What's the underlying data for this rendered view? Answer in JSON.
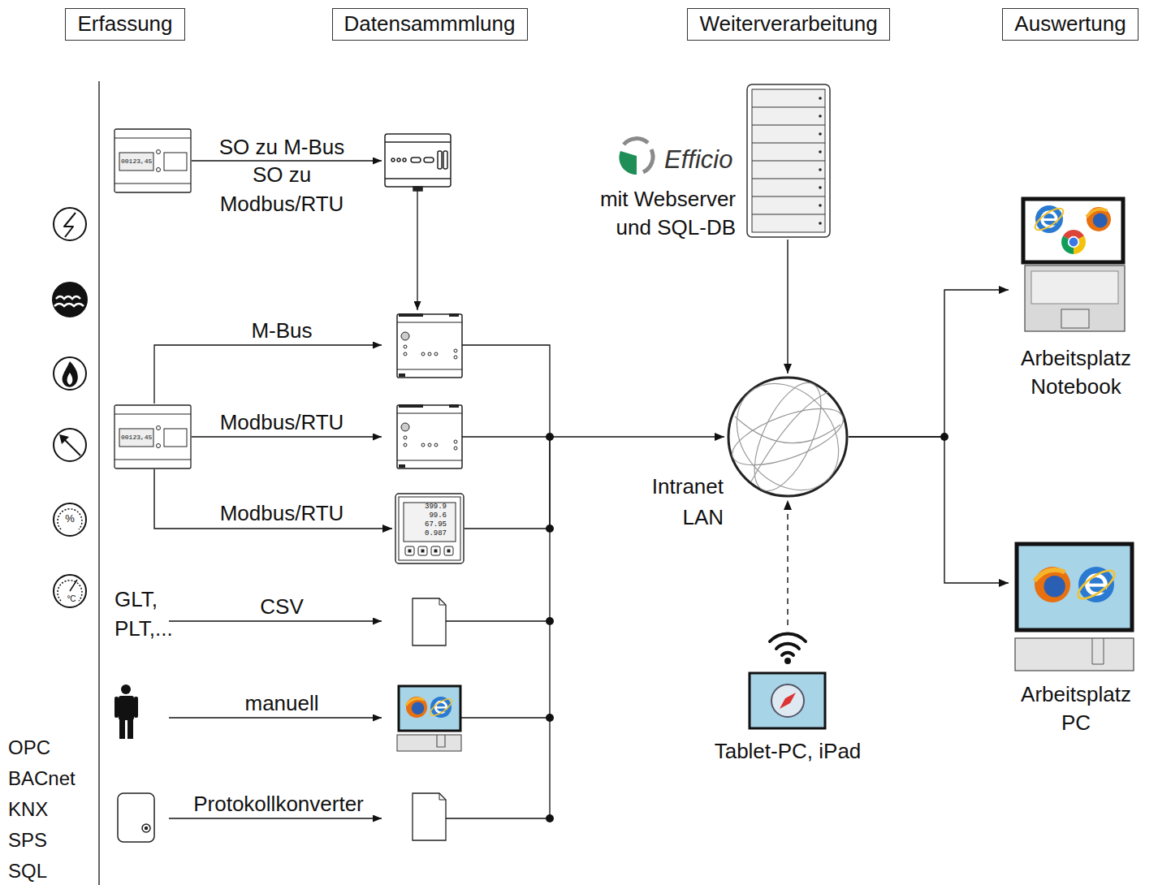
{
  "diagram": {
    "nodes": [
      {
        "text": [
          "Erfassung"
        ]
      },
      {
        "text": [
          "Datensammmlung"
        ]
      },
      {
        "text": [
          "Weiterverarbeitung"
        ]
      },
      {
        "text": [
          "Auswertung"
        ]
      },
      {
        "text": [
          "00123,45"
        ]
      },
      {
        "text": [
          "Efficio",
          "mit Webserver und SQL-DB"
        ]
      },
      {
        "text": [
          "Arbeitsplatz Notebook"
        ]
      },
      {
        "text": [
          "00123,45"
        ]
      },
      {
        "text": [
          "Intranet LAN"
        ]
      },
      {
        "text": [
          "399.9",
          "99.6",
          "67.95",
          "0.987"
        ]
      },
      {
        "text": [
          "Arbeitsplatz PC"
        ]
      },
      {
        "text": [
          "Tablet-PC, iPad"
        ]
      }
    ],
    "edges": [
      {
        "from": 7,
        "to": 9,
        "label": "Modbus/RTU",
        "arrow": "to"
      },
      {
        "from": 9,
        "to": 8,
        "arrow": "to"
      },
      {
        "from": 5,
        "to": 8,
        "arrow": "to"
      },
      {
        "from": 11,
        "to": 8,
        "arrow": "to"
      },
      {
        "from": 8,
        "to": 6,
        "arrow": "to"
      },
      {
        "from": 8,
        "to": 10,
        "arrow": "to"
      }
    ],
    "labels": [
      "SO zu M-Bus",
      "SO zu Modbus/RTU",
      "M-Bus",
      "Modbus/RTU",
      "GLT, PLT,...",
      "CSV",
      "manuell",
      "Protokollkonverter",
      "OPC",
      "BACnet",
      "KNX",
      "SPS",
      "SQL",
      "%",
      "°C"
    ]
  }
}
